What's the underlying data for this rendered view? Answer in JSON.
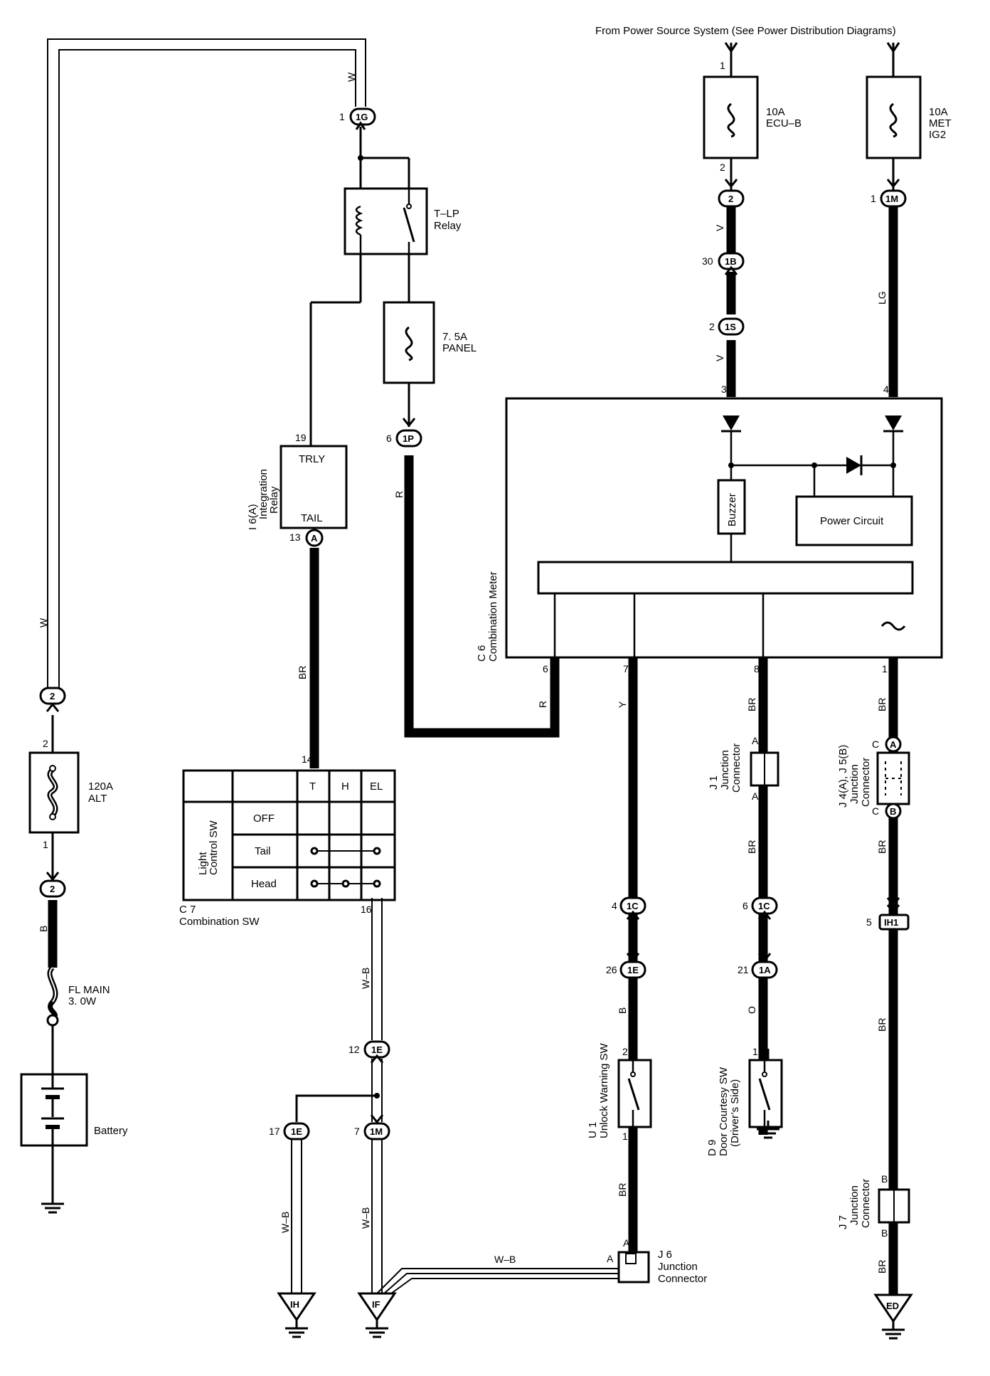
{
  "header": {
    "source_note": "From Power Source System (See Power Distribution Diagrams)"
  },
  "fuses": {
    "ecu_b": {
      "rating": "10A",
      "name": "ECU–B",
      "pin_in": "1",
      "pin_out": "2"
    },
    "met_ig2": {
      "rating": "10A",
      "name1": "MET",
      "name2": "IG2"
    },
    "panel": {
      "rating": "7. 5A",
      "name": "PANEL"
    },
    "alt": {
      "rating": "120A",
      "name": "ALT",
      "pin_top": "2",
      "pin_bottom": "1"
    },
    "fl_main": {
      "name": "FL MAIN",
      "size": "3. 0W"
    }
  },
  "relay": {
    "name1": "T–LP",
    "name2": "Relay"
  },
  "integration_relay": {
    "id": "I 6(A)",
    "name1": "Integration",
    "name2": "Relay",
    "trly": "TRLY",
    "tail": "TAIL",
    "pin_top": "19",
    "pin_bottom": "13"
  },
  "meter": {
    "id": "C 6",
    "name": "Combination Meter",
    "buzzer": "Buzzer",
    "power_circuit": "Power Circuit",
    "pins": {
      "p3": "3",
      "p4": "4",
      "p6": "6",
      "p7": "7",
      "p8": "8",
      "p1": "1"
    },
    "tilde": "~"
  },
  "combination_sw": {
    "id": "C 7",
    "name": "Combination SW",
    "headers": [
      "T",
      "H",
      "EL"
    ],
    "group_label1": "Light",
    "group_label2": "Control SW",
    "rows": [
      "OFF",
      "Tail",
      "Head"
    ],
    "pin_top": "14",
    "pin_bottom": "16"
  },
  "connectors": {
    "c_1G": {
      "code": "1G",
      "pin": "1"
    },
    "c_2top": {
      "code": "2",
      "pin": ""
    },
    "c_1M_top": {
      "code": "1M",
      "pin": "1"
    },
    "c_1B": {
      "code": "1B",
      "pin": "30"
    },
    "c_1S": {
      "code": "1S",
      "pin": "2"
    },
    "c_1P": {
      "code": "1P",
      "pin": "6"
    },
    "c_A_int": {
      "code": "A",
      "pin": ""
    },
    "c_2_alt_top": {
      "code": "2",
      "pin": ""
    },
    "c_2_alt_bot": {
      "code": "2",
      "pin": ""
    },
    "c_1C_left": {
      "code": "1C",
      "pin": "4"
    },
    "c_1C_right": {
      "code": "1C",
      "pin": "6"
    },
    "c_1E_26": {
      "code": "1E",
      "pin": "26"
    },
    "c_1A": {
      "code": "1A",
      "pin": "21"
    },
    "c_1E_12": {
      "code": "1E",
      "pin": "12"
    },
    "c_1E_17": {
      "code": "1E",
      "pin": "17"
    },
    "c_1M_7": {
      "code": "1M",
      "pin": "7"
    },
    "c_IH1": {
      "code": "IH1",
      "pin": "5"
    }
  },
  "wire_colors": {
    "w_top": "W",
    "w_left": "W",
    "b": "B",
    "br_int": "BR",
    "r": "R",
    "v_top": "V",
    "v_bot": "V",
    "lg": "LG",
    "r_meter": "R",
    "y": "Y",
    "br8": "BR",
    "br1": "BR",
    "br_j1": "BR",
    "br_j4": "BR",
    "wb_sw": "W–B",
    "b_unlock": "B",
    "o_door": "O",
    "br_unlock": "BR",
    "br_ih": "BR",
    "br_ed": "BR",
    "wb_17": "W–B",
    "wb_7": "W–B",
    "wb_j6": "W–B"
  },
  "junctions": {
    "j1": {
      "id": "J 1",
      "name1": "Junction",
      "name2": "Connector",
      "a_top": "A",
      "a_bot": "A"
    },
    "j4j5": {
      "id": "J 4(A), J 5(B)",
      "name1": "Junction",
      "name2": "Connector",
      "c_top": "C",
      "c_bot": "C",
      "a": "A",
      "b": "B"
    },
    "j6": {
      "id": "J 6",
      "name1": "Junction",
      "name2": "Connector",
      "a_left": "A",
      "a_top": "A"
    },
    "j7": {
      "id": "J 7",
      "name1": "Junction",
      "name2": "Connector",
      "b_top": "B",
      "b_bot": "B"
    }
  },
  "switches": {
    "unlock": {
      "id": "U 1",
      "name": "Unlock Warning SW",
      "pin_top": "2",
      "pin_bottom": "1"
    },
    "door": {
      "id": "D 9",
      "name1": "Door Courtesy SW",
      "name2": "(Driver’s Side)",
      "pin_top": "1"
    }
  },
  "battery": {
    "label": "Battery"
  },
  "grounds": {
    "ih": "IH",
    "if": "IF",
    "ed": "ED"
  }
}
